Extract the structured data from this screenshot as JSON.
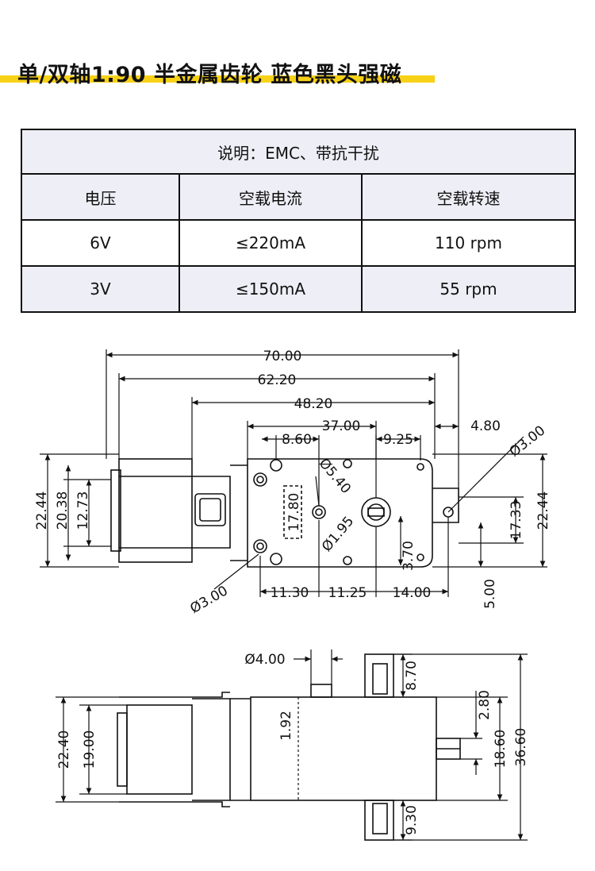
{
  "title": "单/双轴1:90 半金属齿轮 蓝色黑头强磁",
  "colors": {
    "accent_bar": "#f7d117",
    "table_header_bg": "#eeeef6",
    "line": "#111111"
  },
  "spec_table": {
    "note": "说明：EMC、带抗干扰",
    "headers": [
      "电压",
      "空载电流",
      "空载转速"
    ],
    "rows": [
      [
        "6V",
        "≤220mA",
        "110 rpm"
      ],
      [
        "3V",
        "≤150mA",
        "55 rpm"
      ]
    ]
  },
  "drawing": {
    "top_view": {
      "dims": [
        "70.00",
        "62.20",
        "48.20",
        "37.00",
        "4.80",
        "8.60",
        "9.25",
        "17.80",
        "22.44",
        "20.38",
        "12.73",
        "17.33",
        "22.44",
        "11.30",
        "11.25",
        "14.00",
        "5.00",
        "3.70"
      ],
      "diameters": [
        "Ø3.00",
        "Ø5.40",
        "Ø1.95",
        "Ø3.00"
      ]
    },
    "side_view": {
      "dims": [
        "8.70",
        "2.80",
        "18.60",
        "36.60",
        "9.30",
        "22.40",
        "19.00",
        "1.92"
      ],
      "diameters": [
        "Ø4.00"
      ]
    }
  }
}
